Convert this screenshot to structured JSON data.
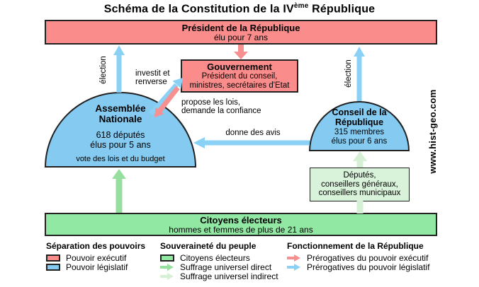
{
  "title": {
    "prefix": "Schéma de la Constitution de la IV",
    "sup": "ème",
    "suffix": " République"
  },
  "boxes": {
    "president": {
      "title": "Président de la République",
      "subtitle": "élu pour 7 ans"
    },
    "gouvernement": {
      "title": "Gouvernement",
      "line2": "Président du conseil,",
      "line3": "ministres, secrétaires d'Etat"
    },
    "assemblee": {
      "name1": "Assemblée",
      "name2": "Nationale",
      "line3": "618 députés",
      "line4": "élus pour 5 ans",
      "line5": "vote des lois et du budget"
    },
    "conseil": {
      "name1": "Conseil de la",
      "name2": "République",
      "line3": "315 membres",
      "line4": "élus pour 6 ans"
    },
    "deputes": {
      "line1": "Députés,",
      "line2": "conseillers généraux,",
      "line3": "conseillers municipaux"
    },
    "citoyens": {
      "title": "Citoyens électeurs",
      "subtitle": "hommes et femmes de plus de 21 ans"
    }
  },
  "arrow_labels": {
    "election_left": "élection",
    "election_right": "élection",
    "investit_line1": "investit et",
    "investit_line2": "renverse",
    "propose_line1": "propose les lois,",
    "propose_line2": "demande la confiance",
    "avis": "donne des avis"
  },
  "watermark": "www.hist-geo.com",
  "legend": {
    "columns": [
      {
        "heading": "Séparation des pouvoirs",
        "items": [
          {
            "icon": "swatch-executive",
            "color": "#FB8C8C",
            "label": "Pouvoir exécutif"
          },
          {
            "icon": "swatch-legislative",
            "color": "#85CBF1",
            "label": "Pouvoir législatif"
          }
        ]
      },
      {
        "heading": "Souveraineté du peuple",
        "items": [
          {
            "icon": "swatch-citizens",
            "color": "#90E8A2",
            "label": "Citoyens électeurs"
          },
          {
            "icon": "arrow-direct",
            "color": "#97DF9F",
            "label": "Suffrage universel direct"
          },
          {
            "icon": "arrow-indirect",
            "color": "#D5F0D5",
            "label": "Suffrage universel indirect"
          }
        ]
      },
      {
        "heading": "Fonctionnement de la République",
        "items": [
          {
            "icon": "arrow-executive",
            "color": "#F79090",
            "label": "Prérogatives du pouvoir exécutif"
          },
          {
            "icon": "arrow-legislative",
            "color": "#8AD1F5",
            "label": "Prérogatives du pouvoir législatif"
          }
        ]
      }
    ]
  },
  "colors": {
    "executive_fill": "#FB8C8C",
    "legislative_fill": "#85CBF1",
    "citizens_fill": "#90E8A2",
    "pale_green_fill": "#D9F2DA",
    "arrow_blue": "#8AD1F5",
    "arrow_red": "#F79090",
    "arrow_green": "#97DF9F",
    "arrow_pale_green": "#D5F0D5",
    "border": "#222222"
  }
}
